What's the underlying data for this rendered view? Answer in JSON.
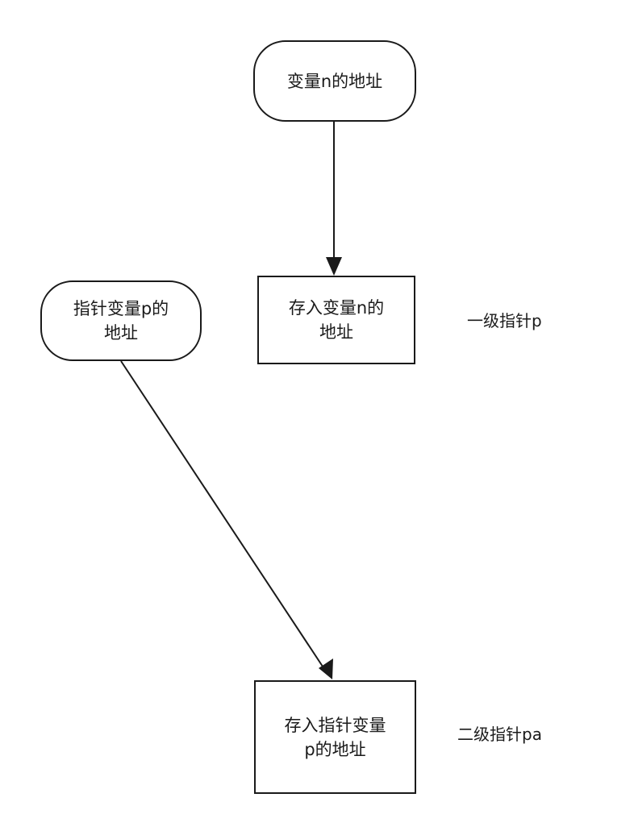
{
  "diagram": {
    "nodes": {
      "addr_n": {
        "lines": [
          "变量n的地址"
        ]
      },
      "store_n": {
        "lines": [
          "存入变量n的",
          "地址"
        ]
      },
      "addr_p": {
        "lines": [
          "指针变量p的",
          "地址"
        ]
      },
      "store_p": {
        "lines": [
          "存入指针变量",
          "p的地址"
        ]
      }
    },
    "labels": {
      "level1": "一级指针p",
      "level2": "二级指针pa"
    },
    "edges": [
      {
        "from": "addr_n",
        "to": "store_n"
      },
      {
        "from": "addr_p",
        "to": "store_p"
      }
    ],
    "colors": {
      "stroke": "#1a1a1a",
      "background": "#ffffff"
    }
  }
}
